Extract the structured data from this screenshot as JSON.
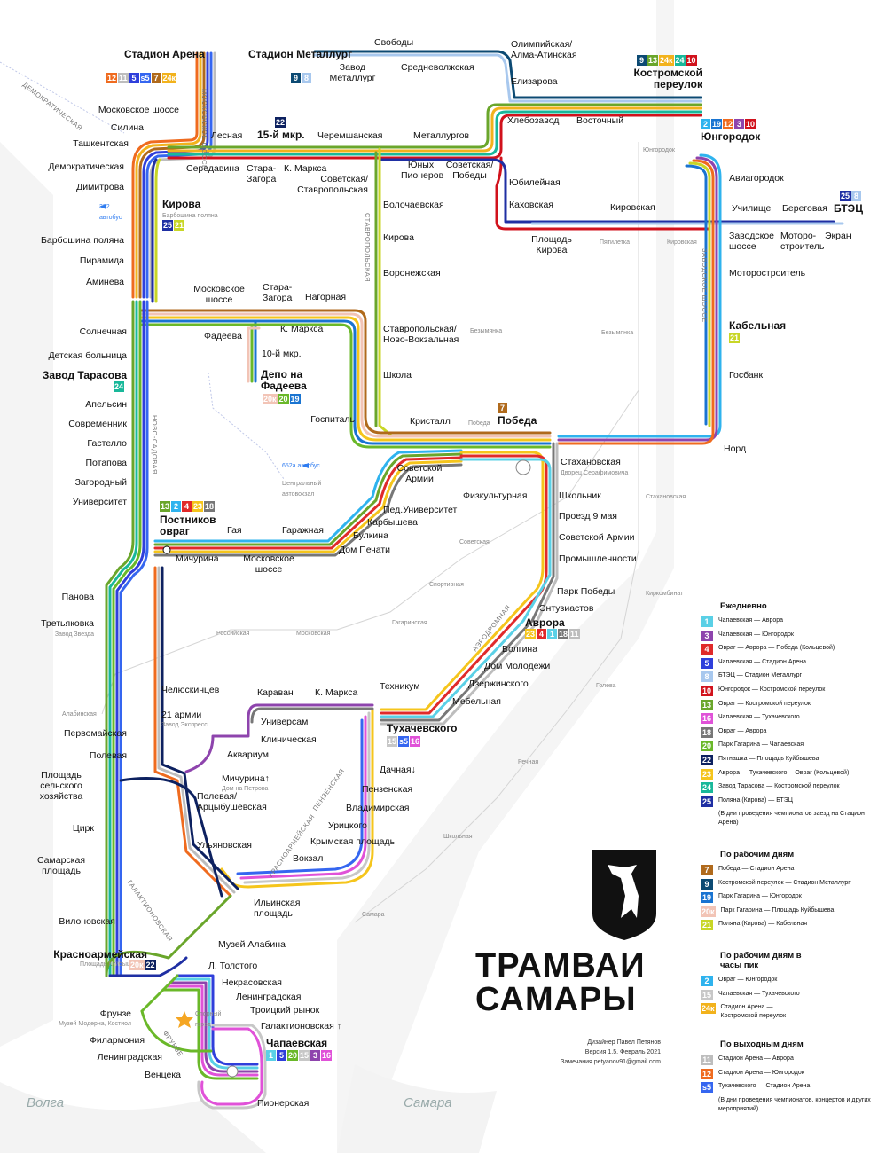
{
  "title": "ТРАМВАИ САМАРЫ",
  "credits": {
    "designer": "Дизайнер Павел Петянов",
    "version": "Версия 1.5. Февраль 2021",
    "contact": "Замечания petyanov91@gmail.com"
  },
  "route_colors": {
    "1": "#5ad0e6",
    "2": "#2fb3ee",
    "3": "#8e44ad",
    "4": "#e02a2a",
    "5": "#2f3fdb",
    "7": "#b06a1c",
    "8": "#a8c8ee",
    "9": "#0c4a73",
    "10": "#d1121c",
    "11": "#bdbdbd",
    "12": "#ef6b1f",
    "13": "#6aa62b",
    "15": "#c7c7c7",
    "16": "#e052d8",
    "18": "#777777",
    "19": "#1a74d1",
    "20": "#6ab829",
    "20к": "#f2c4b6",
    "21": "#c8d626",
    "22": "#0d2160",
    "23": "#f5c51c",
    "24": "#19b89a",
    "24к": "#f2b21c",
    "25": "#1f2fa3",
    "s5": "#3566f0"
  },
  "stations": {
    "stadion_arena": "Стадион Арена",
    "stadion_metallurg": "Стадион Металлург",
    "svobody": "Свободы",
    "olimpiyskaya": "Олимпийская/ Алма-Атинская",
    "zavod_metallurg": "Завод Металлург",
    "srednevolzhskaya": "Средневолжская",
    "elizarova": "Елизарова",
    "kostromskoy": "Костромской переулок",
    "moskovskoe_shosse_top": "Московское шоссе",
    "silina": "Силина",
    "tashkentskaya": "Ташкентская",
    "lesnaya": "Лесная",
    "15_mkr": "15-й мкр.",
    "cheremshanskaya": "Черемшанская",
    "metallurgov": "Металлургов",
    "khlebozavod": "Хлебозавод",
    "vostochny": "Восточный",
    "yungorodok": "Юнгородок",
    "demokraticheskaya": "Демократическая",
    "seredavina": "Середавина",
    "stara_zagora_1": "Стара- Загора",
    "k_marksa_1": "К. Маркса",
    "sovetskaya_stavropolskaya": "Советская/ Ставропольская",
    "yunyh_pionerov": "Юных Пионеров",
    "sovetskaya_pobedy": "Советская/ Победы",
    "yubileynaya": "Юбилейная",
    "aviagorodok": "Авиагородок",
    "dimitrova": "Димитрова",
    "kirova": "Кирова",
    "kirova_sub": "Барбошина поляна",
    "volochaevskaya": "Волочаевская",
    "kakhovskaya": "Каховская",
    "kirovskaya": "Кировская",
    "uchilishche": "Училище",
    "beregovaya": "Береговая",
    "btec": "БТЭЦ",
    "bus392": "392 автобус",
    "kirova_2": "Кирова",
    "ploshchad_kirova": "Площадь Кирова",
    "zavodskoe_shosse": "Заводское шоссе",
    "motorostroitel_1": "Моторо- строитель",
    "ekran": "Экран",
    "barboshina_polyana": "Барбошина поляна",
    "piramida": "Пирамида",
    "voronezhskaya": "Воронежская",
    "motorostroitel": "Моторостроитель",
    "aminova": "Аминева",
    "moskovskoe_shosse_2": "Московское шоссе",
    "stara_zagora_2": "Стара- Загора",
    "nagornaya": "Нагорная",
    "solnechnaya": "Солнечная",
    "fadeeva": "Фадеева",
    "k_marksa_2": "К. Маркса",
    "stavropolskaya_novovokzalnaya": "Ставропольская/ Ново-Вокзальная",
    "bezymyanka": "Безымянка",
    "kabelnaya": "Кабельная",
    "detskaya_bolnica": "Детская больница",
    "10_mkr": "10-й мкр.",
    "zavod_tarasova": "Завод Тарасова",
    "depo_fadeeva": "Депо на Фадеева",
    "shkola": "Школа",
    "gosbank": "Госбанк",
    "apelsin": "Апельсин",
    "sovremennik": "Современник",
    "gastello": "Гастелло",
    "gospital": "Госпиталь",
    "kristall": "Кристалл",
    "pobeda": "Победа",
    "pobeda_metro": "Победа",
    "potapova": "Потапова",
    "nord": "Норд",
    "zagorodny": "Загородный",
    "sovetskoy_armii": "Советской Армии",
    "stakhanovskaya": "Стахановская",
    "stakhanovskaya_sub": "Дворец Серафимовича",
    "universitet": "Университет",
    "fizkulturnaya": "Физкультурная",
    "shkolnik": "Школьник",
    "ped_universitet": "Пед.Университет",
    "karbysheva": "Карбышева",
    "proezd_9_maya": "Проезд 9 мая",
    "postnikov_ovrag": "Постников овраг",
    "bulkina": "Булкина",
    "garazhnaya": "Гаражная",
    "gaya": "Гая",
    "dom_pechati": "Дом Печати",
    "sovetskoy_armii_2": "Советской Армии",
    "michurina": "Мичурина",
    "moskovskoe_shosse_3": "Московское шоссе",
    "promyshlennosti": "Промышленности",
    "panova": "Панова",
    "park_pobedy": "Парк Победы",
    "entuziastov": "Энтузиастов",
    "tretyakovka": "Третьяковка",
    "tretyakovka_sub": "Завод Звезда",
    "avrora": "Аврора",
    "volgina": "Волгина",
    "dom_molodezhi": "Дом Молодежи",
    "chelyuskintsev": "Челюскинцев",
    "karavan": "Караван",
    "k_marksa_3": "К. Маркса",
    "tekhnikum": "Техникум",
    "dzerzhinskogo": "Дзержинского",
    "21_armii": "21 армии",
    "21_armii_sub": "Завод Экспресс",
    "mebelnaya": "Мебельная",
    "pervomayskaya": "Первомайская",
    "universam": "Универсам",
    "tukhachevskogo": "Тухачевского",
    "klinicheskaya": "Клиническая",
    "polevaya": "Полевая",
    "akvarium": "Аквариум",
    "ploshchad_selskogo": "Площадь сельского хозяйства",
    "michurina_2": "Мичурина↑",
    "michurina_2_sub": "Дом на Петрова",
    "dachnaya": "Дачная↓",
    "penzenskaya": "Пензенская",
    "polevaya_artsybushevskaya": "Полевая/ Арцыбушевская",
    "vladimirskaya": "Владимирская",
    "tsirk": "Цирк",
    "uritskogo": "Урицкого",
    "ulyanovskaya": "Ульяновская",
    "krymskaya": "Крымская площадь",
    "samarskaya_ploshchad": "Самарская площадь",
    "vokzal": "Вокзал",
    "ilinskaya": "Ильинская площадь",
    "vilonovskaya": "Вилоновская",
    "muzey_alabina": "Музей Алабина",
    "krasnoarmeyskaya": "Красноармейская",
    "krasnoarmeyskaya_sub": "Площадь Куйбышева",
    "l_tolstogo": "Л. Толстого",
    "nekrasovskaya": "Некрасовская",
    "leningradskaya": "Ленинградская",
    "frunze": "Фрунзе",
    "frunze_sub": "Музей Модерна, Костиол",
    "troitsky_rynok": "Троицкий рынок",
    "sportivny_gorod": "Спорный город",
    "galaktionovskaya": "Галактионовская ↑",
    "filarmoniya": "Филармония",
    "chapaevskaya": "Чапаевская",
    "leningradskaya_2": "Ленинградская",
    "ventsek": "Венцека",
    "pionerskaya": "Пионерская",
    "bus652": "652а автобус",
    "bus652_sub": "Центральный автовокзал",
    "alabinskaya": "Алабинская",
    "volga": "Волга",
    "samara": "Самара"
  },
  "streets": {
    "moskovskoe": "МОСКОВСКОЕ ШОССЕ",
    "demokraticheskaya": "ДЕМОКРАТИЧЕСКАЯ",
    "stavropolskaya": "СТАВРОПОЛЬСКАЯ",
    "zavodskoe": "ЗАВОДСКОЕ ШОССЕ",
    "novo_sadovaya": "НОВО-САДОВАЯ",
    "aerodromnaya": "АЭРОДРОМНАЯ",
    "penzenskaya": "ПЕНЗЕНСКАЯ",
    "krasnoarmeyskaya": "КРАСНОАРМЕЙСКАЯ",
    "galaktionovskaya": "ГАЛАКТИОНОВСКАЯ",
    "frunze": "ФРУНЗЕ"
  },
  "metro": {
    "yungorodok": "Юнгородок",
    "kirovskaya": "Кировская",
    "pyatiletka": "Пятилетка",
    "bezymyanka": "Безымянка",
    "pobeda": "Победа",
    "sovetskaya": "Советская",
    "sportivnaya": "Спортивная",
    "gagarinskaya": "Гагаринская",
    "moskovskaya": "Московская",
    "rossiyskaya": "Российская",
    "kirkombinat": "Киркомбинат",
    "goleva": "Голева",
    "rechnaya": "Речная",
    "shkolnaya": "Школьная",
    "novaya_samara": "Самара"
  },
  "station_badges": {
    "stadion_arena": [
      "12",
      "11",
      "5",
      "s5",
      "7",
      "24к"
    ],
    "stadion_metallurg": [
      "9",
      "8"
    ],
    "kostromskoy": [
      "9",
      "13",
      "24к",
      "24",
      "10"
    ],
    "15_mkr": [
      "22"
    ],
    "yungorodok": [
      "2",
      "19",
      "12",
      "3",
      "10"
    ],
    "kirova": [
      "25",
      "21"
    ],
    "btec": [
      "25",
      "8"
    ],
    "kabelnaya": [
      "21"
    ],
    "zavod_tarasova": [
      "24"
    ],
    "depo_fadeeva": [
      "20к",
      "20",
      "19"
    ],
    "pobeda": [
      "7"
    ],
    "postnikov_ovrag": [
      "13",
      "2",
      "4",
      "23",
      "18"
    ],
    "avrora": [
      "23",
      "4",
      "1",
      "18",
      "11"
    ],
    "tukhachevskogo": [
      "15",
      "s5",
      "16"
    ],
    "krasnoarmeyskaya": [
      "20к",
      "22"
    ],
    "chapaevskaya": [
      "1",
      "5",
      "20",
      "15",
      "3",
      "16"
    ]
  },
  "legend": {
    "daily": {
      "heading": "Ежедневно",
      "items": [
        {
          "route": "1",
          "text": "Чапаевская — Аврора"
        },
        {
          "route": "3",
          "text": "Чапаевская — Юнгородок"
        },
        {
          "route": "4",
          "text": "Овраг — Аврора — Победа (Кольцевой)"
        },
        {
          "route": "5",
          "text": "Чапаевская — Стадион Арена"
        },
        {
          "route": "8",
          "text": "БТЭЦ — Стадион Металлург"
        },
        {
          "route": "10",
          "text": "Юнгородок — Костромской переулок"
        },
        {
          "route": "13",
          "text": "Овраг — Костромской переулок"
        },
        {
          "route": "16",
          "text": "Чапаевская — Тухачевского"
        },
        {
          "route": "18",
          "text": "Овраг — Аврора"
        },
        {
          "route": "20",
          "text": "Парк Гагарина — Чапаевская"
        },
        {
          "route": "22",
          "text": "Пятнашка — Площадь Куйбышева"
        },
        {
          "route": "23",
          "text": "Аврора — Тухачевского —Овраг (Кольцевой)"
        },
        {
          "route": "24",
          "text": "Завод Тарасова — Костромской переулок"
        },
        {
          "route": "25",
          "text": "Поляна (Кирова) — БТЭЦ"
        },
        {
          "route": "",
          "text": "(В дни проведения чемпионатов заезд на Стадион Арена)"
        }
      ]
    },
    "weekdays": {
      "heading": "По рабочим дням",
      "items": [
        {
          "route": "7",
          "text": "Победа — Стадион Арена"
        },
        {
          "route": "9",
          "text": "Костромской переулок — Стадион Металлург"
        },
        {
          "route": "19",
          "text": "Парк Гагарина — Юнгородок"
        },
        {
          "route": "20к",
          "text": "Парк Гагарина — Площадь Куйбышева"
        },
        {
          "route": "21",
          "text": "Поляна (Кирова) — Кабельная"
        }
      ]
    },
    "rush": {
      "heading": "По рабочим дням в часы пик",
      "items": [
        {
          "route": "2",
          "text": "Овраг — Юнгородок"
        },
        {
          "route": "15",
          "text": "Чапаевская — Тухачевского"
        },
        {
          "route": "24к",
          "text": "Стадион Арена — Костромской переулок"
        }
      ]
    },
    "weekends": {
      "heading": "По выходным дням",
      "items": [
        {
          "route": "11",
          "text": "Стадион Арена — Аврора"
        },
        {
          "route": "12",
          "text": "Стадион Арена — Юнгородок"
        },
        {
          "route": "s5",
          "text": "Тухачевского — Стадион Арена"
        },
        {
          "route": "",
          "text": "(В дни проведения чемпионатов, концертов и других мероприятий)"
        }
      ]
    }
  }
}
